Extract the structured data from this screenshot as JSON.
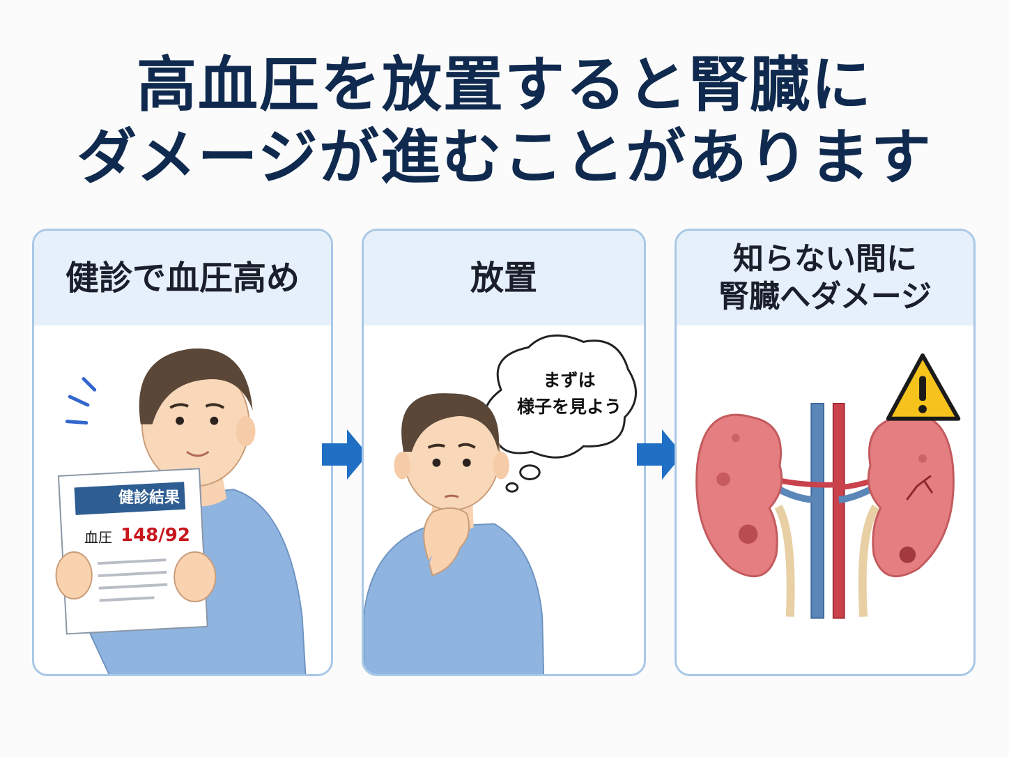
{
  "title": {
    "line1": "高血圧を放置すると腎臓に",
    "line2": "ダメージが進むことがあります"
  },
  "panels": [
    {
      "heading_lines": [
        "健診で血圧高め"
      ],
      "sheet": {
        "header": "健診結果",
        "bp_label": "血圧",
        "bp_value": "148/92"
      }
    },
    {
      "heading_lines": [
        "放置"
      ],
      "thought": {
        "line1": "まずは",
        "line2": "様子を見よう"
      }
    },
    {
      "heading_lines": [
        "知らない間に",
        "腎臓へダメージ"
      ]
    }
  ],
  "colors": {
    "title": "#0f2a4e",
    "panel_border": "#a9c8e6",
    "panel_header_bg": "#e6f0fa",
    "arrow": "#1f6fc4",
    "bp_value": "#c8161d",
    "sheet_header_bg": "#2e5d92",
    "shirt": "#8fb4e0",
    "kidney": "#e57e80",
    "artery": "#c9424c",
    "vein": "#5a86b8",
    "warning": "#f6c31c"
  },
  "icons": [
    "arrow-right-icon",
    "warning-icon",
    "kidney-icon",
    "thought-bubble-icon"
  ]
}
